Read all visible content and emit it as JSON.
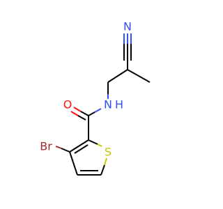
{
  "atoms": {
    "nitrile_n": "N",
    "amide_nh": "N",
    "amide_h": "H",
    "carbonyl_o": "O",
    "thiophene_s": "S",
    "bromine": "Br"
  },
  "colors": {
    "carbon": "#000000",
    "nitrogen": "#3050f8",
    "oxygen": "#ff0d0d",
    "sulfur": "#c6c600",
    "bromine": "#a62929"
  }
}
